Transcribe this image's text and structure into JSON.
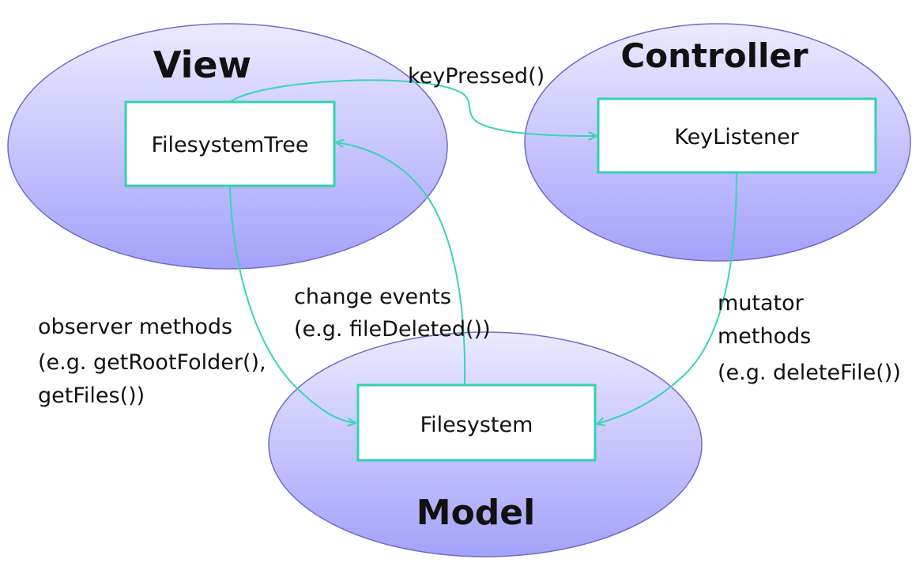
{
  "colors": {
    "ellipse_fill_top": "#ebeaff",
    "ellipse_fill_bottom": "#a4a1fa",
    "ellipse_stroke": "#6f6ccc",
    "box_stroke": "#33d1ae",
    "arrow": "#3ad4b6",
    "text": "#111111"
  },
  "regions": {
    "view": {
      "title": "View"
    },
    "controller": {
      "title": "Controller"
    },
    "model": {
      "title": "Model"
    }
  },
  "components": {
    "filesystem_tree": "FilesystemTree",
    "key_listener": "KeyListener",
    "filesystem": "Filesystem"
  },
  "edges": {
    "key_pressed": {
      "lines": [
        "keyPressed()"
      ]
    },
    "observer_methods": {
      "lines": [
        "observer methods",
        "(e.g. getRootFolder(),",
        "getFiles())"
      ]
    },
    "change_events": {
      "lines": [
        "change events",
        "(e.g. fileDeleted())"
      ]
    },
    "mutator_methods": {
      "lines": [
        "mutator",
        "methods",
        "(e.g. deleteFile())"
      ]
    }
  }
}
